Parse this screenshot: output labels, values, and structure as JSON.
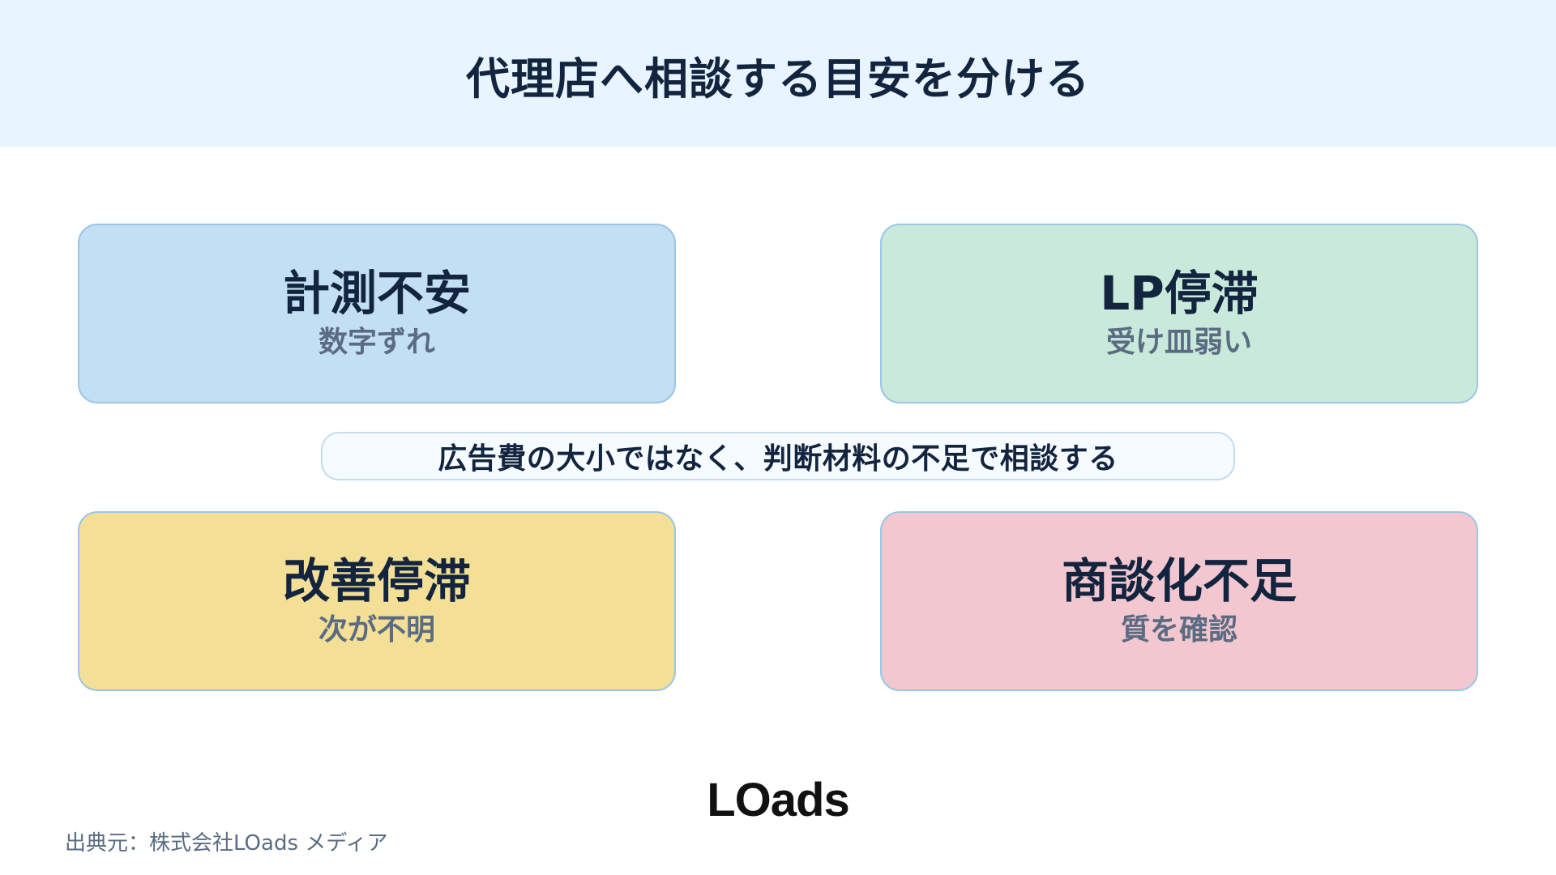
{
  "header": {
    "title": "代理店へ相談する目安を分ける"
  },
  "cards": [
    {
      "title": "計測不安",
      "subtitle": "数字ずれ",
      "color": "#c3dff3"
    },
    {
      "title": "LP停滞",
      "subtitle": "受け皿弱い",
      "color": "#c9eadb"
    },
    {
      "title": "改善停滞",
      "subtitle": "次が不明",
      "color": "#f3df95"
    },
    {
      "title": "商談化不足",
      "subtitle": "質を確認",
      "color": "#f3c7cf"
    }
  ],
  "center": {
    "text": "広告費の大小ではなく、判断材料の不足で相談する"
  },
  "logo": {
    "text": "LOads"
  },
  "footer": {
    "source": "出典元：株式会社LOads メディア"
  }
}
